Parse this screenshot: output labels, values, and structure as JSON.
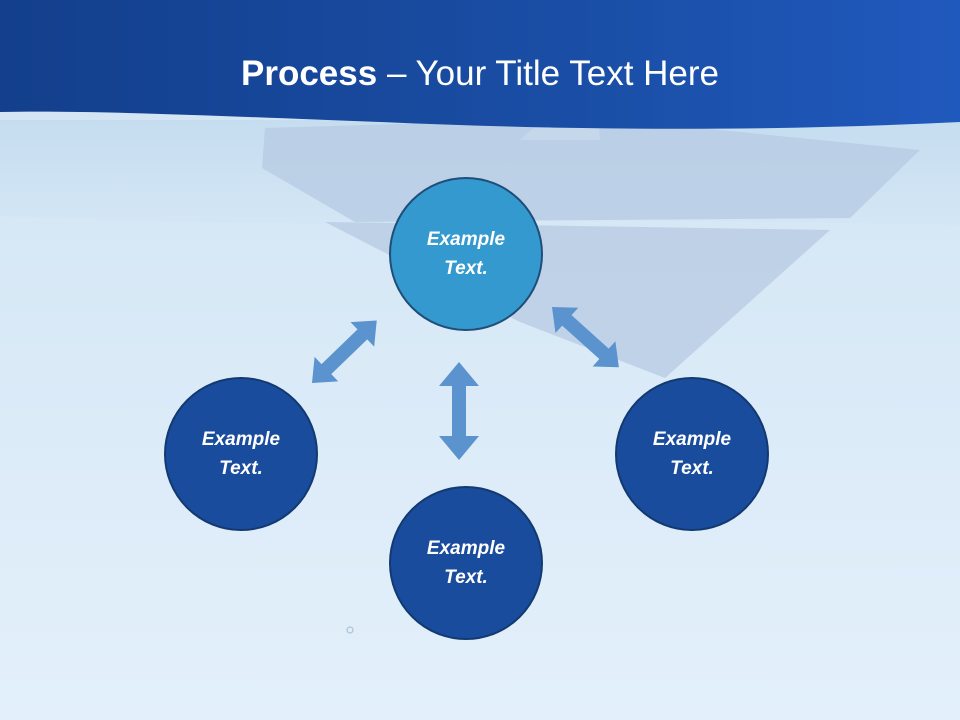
{
  "title": {
    "bold": "Process",
    "rest": " – Your Title Text Here"
  },
  "nodes": {
    "top": "Example Text.",
    "left": "Example Text.",
    "bottom": "Example Text.",
    "right": "Example Text."
  },
  "colors": {
    "header": "#1a4a9c",
    "highlight_node": "#3399cf",
    "node": "#1a4c9e",
    "arrow": "#5b93cf",
    "background": "#dcecf8"
  }
}
